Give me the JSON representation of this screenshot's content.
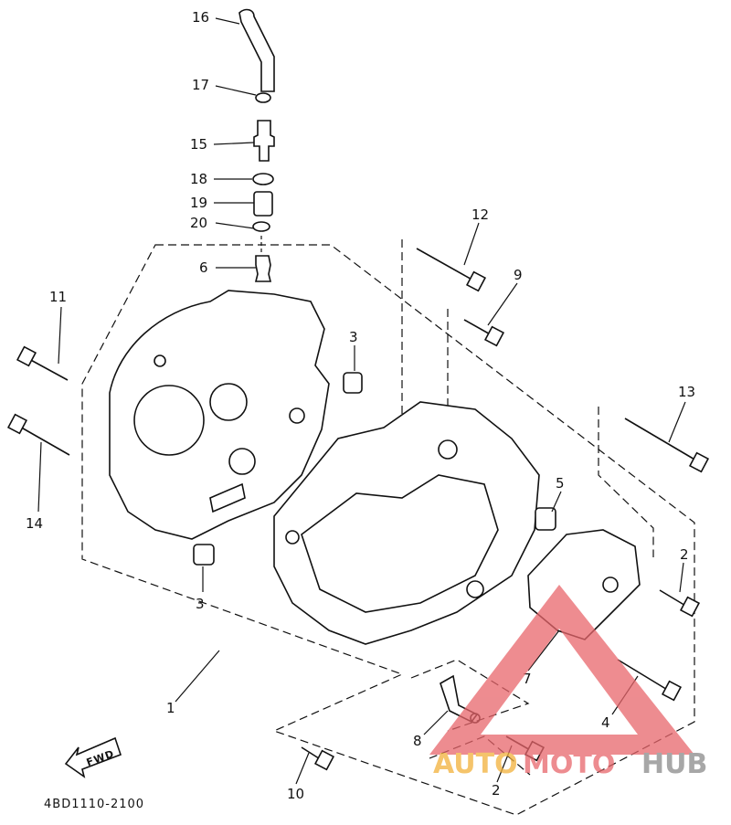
{
  "diagram": {
    "part_code": "4BD1110-2100",
    "fwd_label": "FWD",
    "callouts": {
      "c1": "1",
      "c2a": "2",
      "c2b": "2",
      "c3a": "3",
      "c3b": "3",
      "c4": "4",
      "c5": "5",
      "c6": "6",
      "c7": "7",
      "c8": "8",
      "c9": "9",
      "c10": "10",
      "c11": "11",
      "c12": "12",
      "c13": "13",
      "c14": "14",
      "c15": "15",
      "c16": "16",
      "c17": "17",
      "c18": "18",
      "c19": "19",
      "c20": "20"
    }
  },
  "watermark": {
    "part1": "AUTO",
    "part2": "MOTO",
    "part3": "HUB",
    "colors": {
      "auto": "#f2b13a",
      "moto": "#e8666b",
      "hub": "#8a8a8a",
      "triangle": "#e8666b"
    }
  }
}
